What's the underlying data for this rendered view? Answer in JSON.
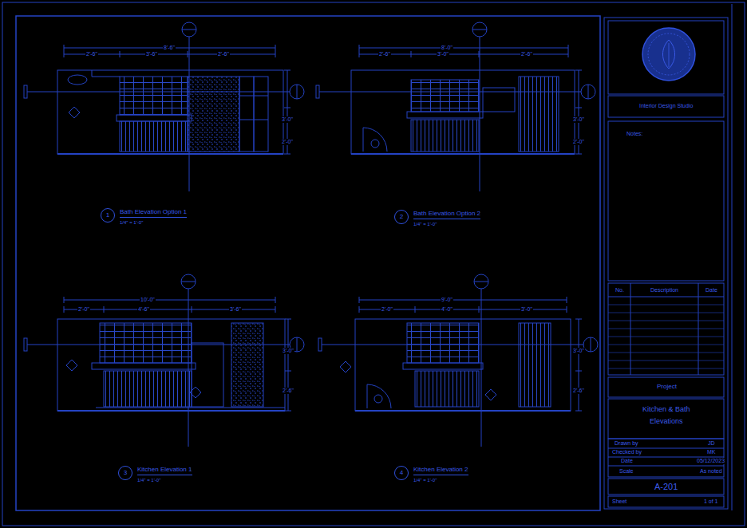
{
  "diagram": {
    "nodes": [
      {
        "text": [
          "1",
          "Bath Elevation Option 1",
          "1/4\" = 1'-0\""
        ]
      },
      {
        "text": [
          "2",
          "Bath Elevation Option 2",
          "1/4\" = 1'-0\""
        ]
      },
      {
        "text": [
          "3",
          "Kitchen Elevation 1",
          "1/4\" = 1'-0\""
        ]
      },
      {
        "text": [
          "4",
          "Kitchen Elevation 2",
          "1/4\" = 1'-0\""
        ]
      }
    ],
    "labels": [
      "8'-6\"",
      "2'-6\"",
      "3'-6\"",
      "2'-6\"",
      "3'-0\"",
      "2'-0\"",
      "8'-0\"",
      "2'-6\"",
      "3'-0\"",
      "2'-6\"",
      "3'-0\"",
      "2'-0\"",
      "10'-0\"",
      "2'-0\"",
      "4'-6\"",
      "3'-6\"",
      "3'-0\"",
      "2'-6\"",
      "9'-0\"",
      "2'-0\"",
      "4'-0\"",
      "3'-0\"",
      "3'-0\"",
      "2'-6\"",
      "Interior Design Studio",
      "Notes:",
      "No.",
      "Description",
      "Date",
      "Project",
      "Kitchen & Bath",
      "Elevations",
      "Drawn by",
      "JD",
      "Checked by",
      "MK",
      "Date",
      "05/12/2023",
      "Scale",
      "As noted",
      "A-201",
      "Sheet",
      "1 of 1"
    ]
  }
}
